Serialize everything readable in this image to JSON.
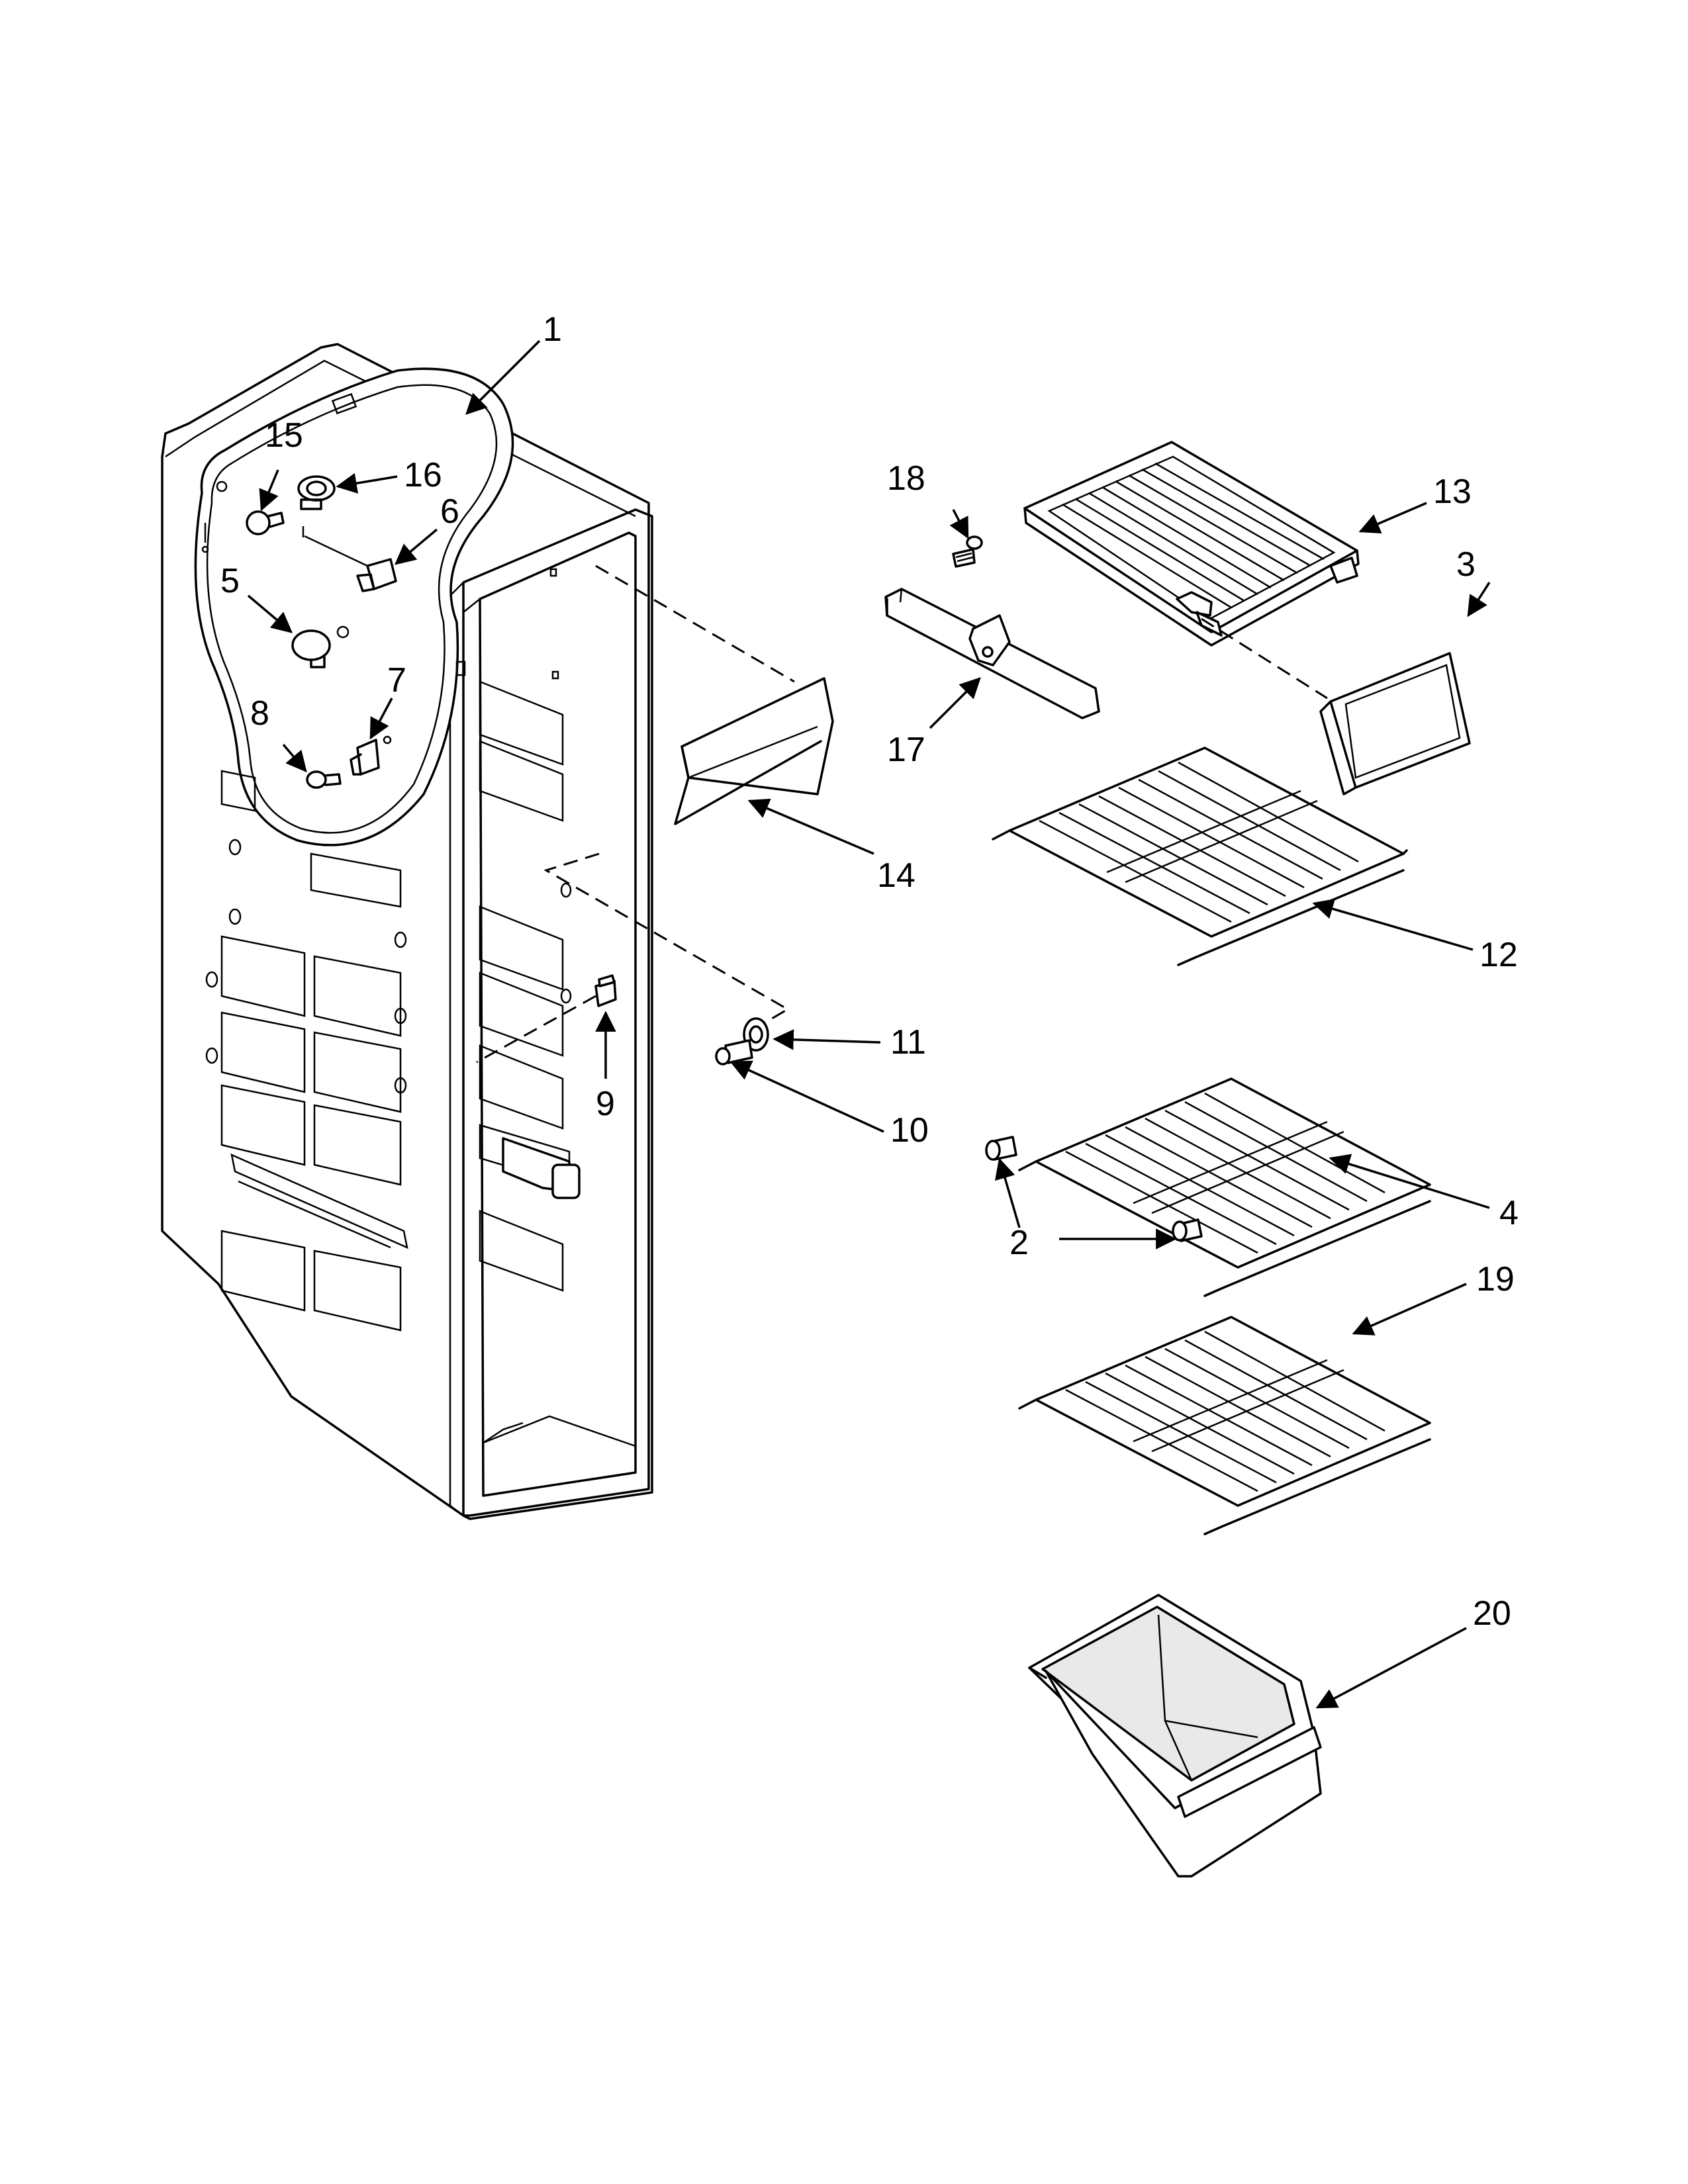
{
  "diagram": {
    "callouts": [
      {
        "id": "c1",
        "text": "1"
      },
      {
        "id": "c2",
        "text": "2"
      },
      {
        "id": "c3",
        "text": "3"
      },
      {
        "id": "c4",
        "text": "4"
      },
      {
        "id": "c5",
        "text": "5"
      },
      {
        "id": "c6",
        "text": "6"
      },
      {
        "id": "c7",
        "text": "7"
      },
      {
        "id": "c8",
        "text": "8"
      },
      {
        "id": "c9",
        "text": "9"
      },
      {
        "id": "c10",
        "text": "10"
      },
      {
        "id": "c11",
        "text": "11"
      },
      {
        "id": "c12",
        "text": "12"
      },
      {
        "id": "c13",
        "text": "13"
      },
      {
        "id": "c14",
        "text": "14"
      },
      {
        "id": "c15",
        "text": "15"
      },
      {
        "id": "c16",
        "text": "16"
      },
      {
        "id": "c17",
        "text": "17"
      },
      {
        "id": "c18",
        "text": "18"
      },
      {
        "id": "c19",
        "text": "19"
      },
      {
        "id": "c20",
        "text": "20"
      }
    ],
    "colors": {
      "ink": "#000000",
      "paper": "#ffffff",
      "shade": "#e9e9e9"
    }
  }
}
